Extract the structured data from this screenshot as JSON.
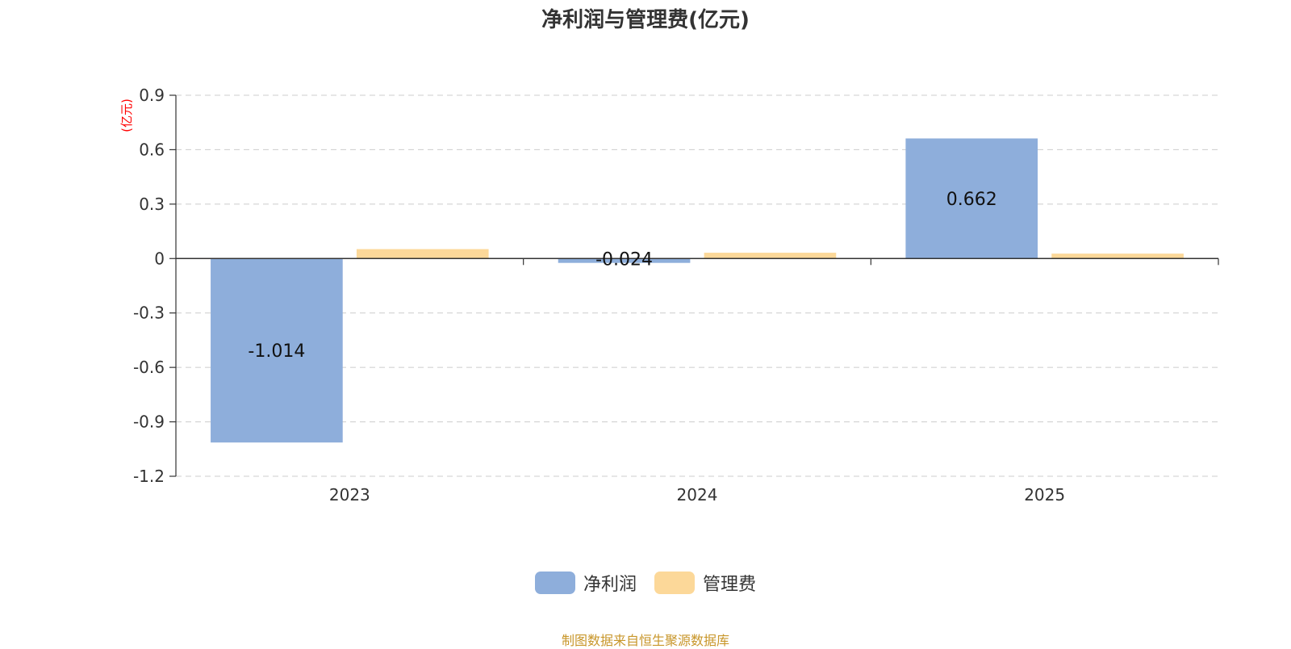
{
  "chart_data": {
    "type": "bar",
    "title": "净利润与管理费(亿元)",
    "ylabel": "(亿元)",
    "xlabel": "",
    "categories": [
      "2023",
      "2024",
      "2025"
    ],
    "series": [
      {
        "name": "净利润",
        "values": [
          -1.014,
          -0.024,
          0.662
        ],
        "color": "#8eaedb",
        "labels": [
          "-1.014",
          "-0.024",
          "0.662"
        ]
      },
      {
        "name": "管理费",
        "values": [
          0.052,
          0.032,
          0.027
        ],
        "color": "#fcd899"
      }
    ],
    "ylim": [
      -1.2,
      0.9
    ],
    "yticks": [
      "0.9",
      "0.6",
      "0.3",
      "0",
      "-0.3",
      "-0.6",
      "-0.9",
      "-1.2"
    ],
    "grid": true,
    "legend_position": "bottom-center"
  },
  "source_note": "制图数据来自恒生聚源数据库",
  "colors": {
    "axis": "#333333",
    "grid": "#cccccc",
    "ylabel": "#ff0000",
    "source": "#c8962a"
  }
}
